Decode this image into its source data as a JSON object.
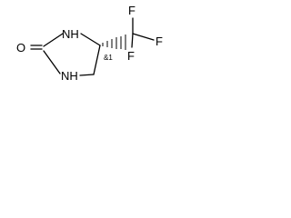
{
  "molecule": {
    "atoms": {
      "o": "O",
      "n_top": "NH",
      "n_bottom": "NH",
      "f_top": "F",
      "f_right": "F",
      "f_bottom": "F"
    },
    "stereo_label": "&1"
  },
  "colors": {
    "ink": "#000000",
    "background": "#ffffff"
  }
}
